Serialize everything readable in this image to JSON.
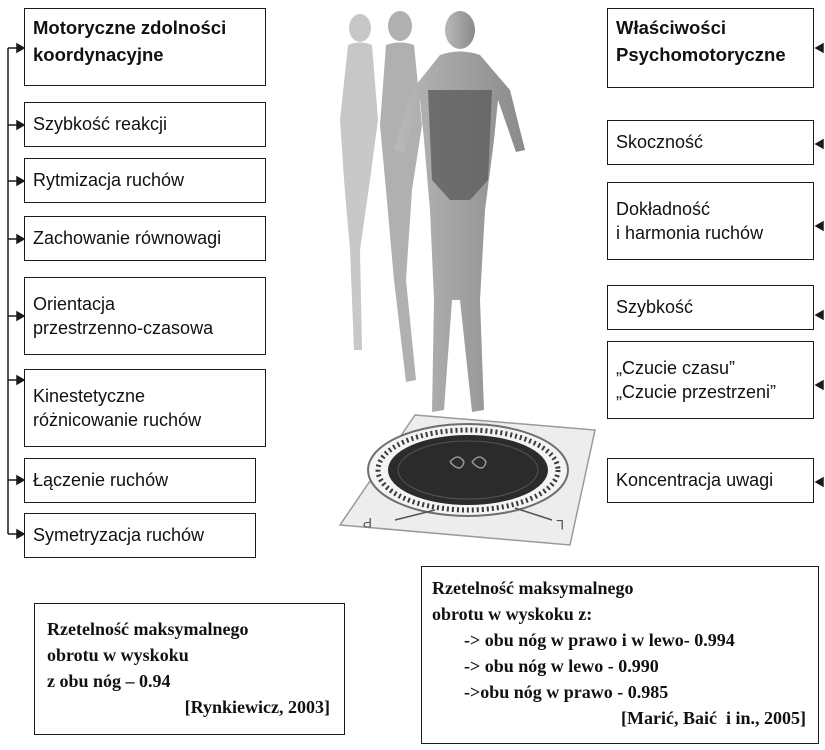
{
  "left_column": {
    "header": "Motoryczne zdolności\nkoordynacyjne",
    "items": [
      "Szybkość reakcji",
      "Rytmizacja ruchów",
      "Zachowanie równowagi",
      "Orientacja\nprzestrzenno-czasowa",
      "Kinestetyczne\nróżnicowanie ruchów",
      "Łączenie ruchów",
      "Symetryzacja ruchów"
    ]
  },
  "right_column": {
    "header": "Właściwości\nPsychomotoryczne",
    "items": [
      "Skoczność",
      "Dokładność\ni harmonia ruchów",
      "Szybkość",
      "„Czucie czasu”\n„Czucie przestrzeni”",
      "Koncentracja uwagi"
    ]
  },
  "reliability_left": {
    "lines": [
      "Rzetelność maksymalnego",
      "obrotu w wyskoku",
      "z obu nóg – 0.94"
    ],
    "reference": "[Rynkiewicz, 2003]"
  },
  "reliability_right": {
    "lines": [
      "Rzetelność maksymalnego",
      "obrotu w wyskoku z:"
    ],
    "sub_lines": [
      "-> obu nóg w prawo i w lewo- 0.994",
      "-> obu nóg w lewo - 0.990",
      "->obu nóg w prawo - 0.985"
    ],
    "reference": "[Marić, Baić  i in., 2005]"
  },
  "platform_markings": {
    "left": "P",
    "right": "L"
  },
  "colors": {
    "border": "#1a1a1a",
    "figure": "#8c8c8c",
    "platform_dark": "#2b2b2b"
  }
}
